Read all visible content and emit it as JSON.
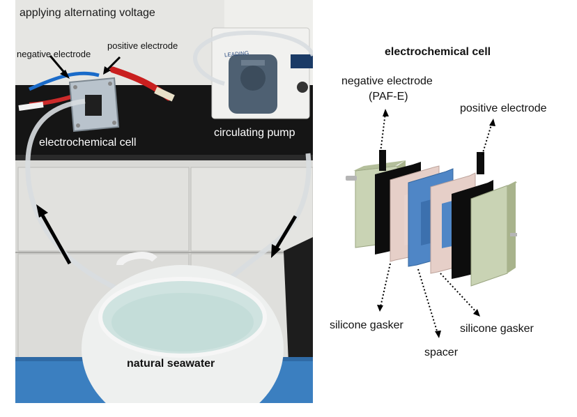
{
  "photo": {
    "title": "applying alternating voltage",
    "negative_electrode_label": "negative electrode",
    "positive_electrode_label": "positive electrode",
    "cell_label": "electrochemical cell",
    "pump_label": "circulating pump",
    "pump_brand": "LEADING",
    "seawater_label": "natural seawater"
  },
  "diagram": {
    "title": "electrochemical cell",
    "negative_electrode_line1": "negative electrode",
    "negative_electrode_line2": "(PAF-E)",
    "positive_electrode": "positive electrode",
    "gasket_left": "silicone gasker",
    "gasket_right": "silicone gasker",
    "spacer": "spacer"
  },
  "colors": {
    "end_plate": "#c9d3b4",
    "electrode": "#111111",
    "gasket": "#e6cfc8",
    "spacer": "#4f86c6",
    "counter": "#101010",
    "floor": "#3b7fc0"
  }
}
